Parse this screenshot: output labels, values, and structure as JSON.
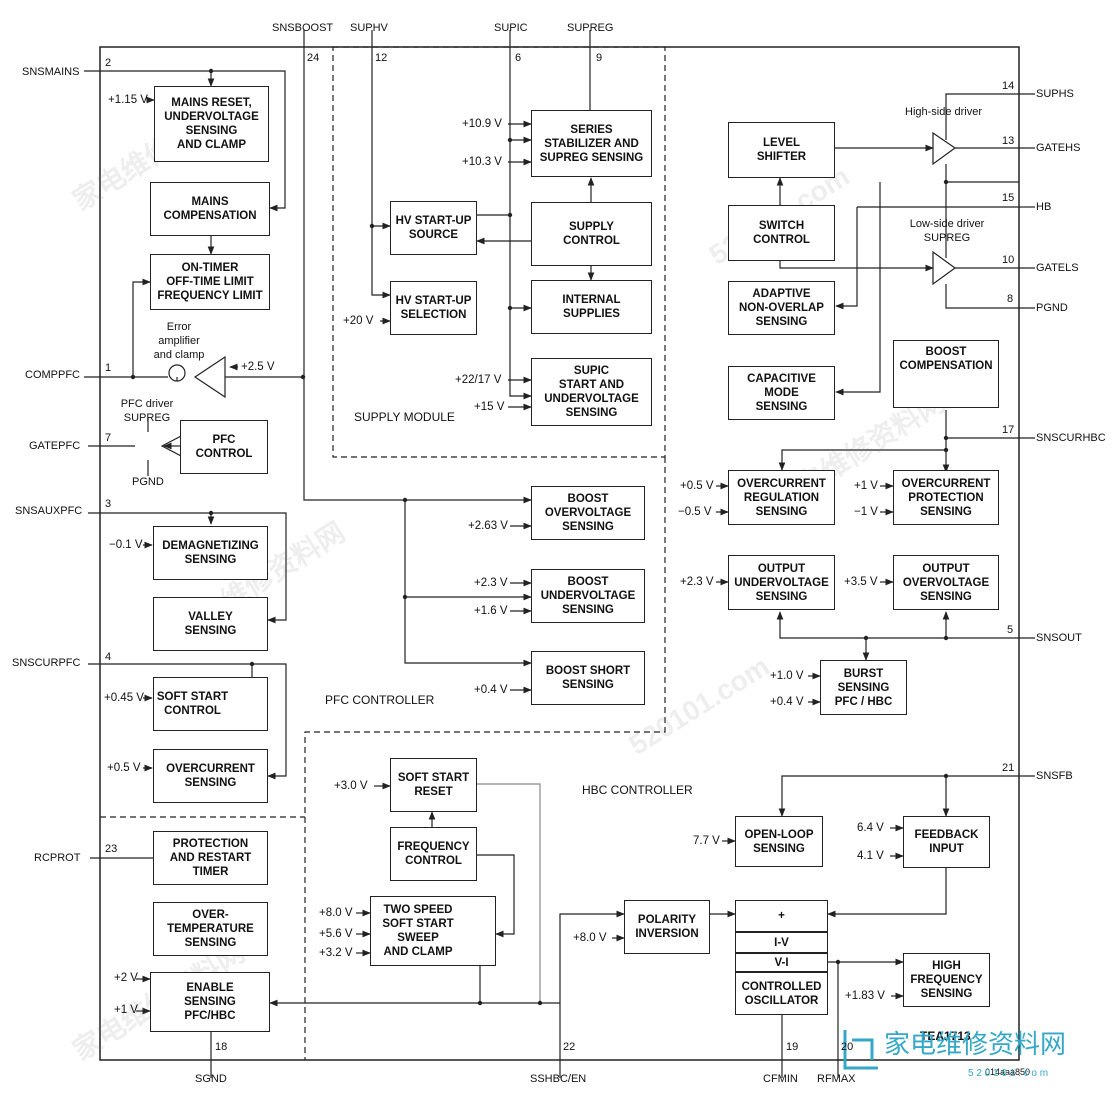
{
  "blocks": {
    "mains_reset": "MAINS RESET,\nUNDERVOLTAGE\nSENSING\nAND CLAMP",
    "mains_comp": "MAINS\nCOMPENSATION",
    "on_timer": "ON-TIMER\nOFF-TIME LIMIT\nFREQUENCY LIMIT",
    "pfc_control": "PFC\nCONTROL",
    "demag": "DEMAGNETIZING\nSENSING",
    "valley": "VALLEY\nSENSING",
    "soft_start_ctrl": "SOFT START\nCONTROL",
    "overcurrent": "OVERCURRENT\nSENSING",
    "protection": "PROTECTION\nAND RESTART\nTIMER",
    "overtemp": "OVER-\nTEMPERATURE\nSENSING",
    "enable": "ENABLE\nSENSING\nPFC/HBC",
    "series_stab": "SERIES\nSTABILIZER AND\nSUPREG SENSING",
    "hv_startup_source": "HV START-UP\nSOURCE",
    "supply_control": "SUPPLY\nCONTROL",
    "hv_startup_sel": "HV START-UP\nSELECTION",
    "internal_supplies": "INTERNAL\nSUPPLIES",
    "supic_start": "SUPIC\nSTART AND\nUNDERVOLTAGE\nSENSING",
    "boost_ov": "BOOST\nOVERVOLTAGE\nSENSING",
    "boost_uv": "BOOST\nUNDERVOLTAGE\nSENSING",
    "boost_short": "BOOST SHORT\nSENSING",
    "soft_start_reset": "SOFT START\nRESET",
    "freq_control": "FREQUENCY\nCONTROL",
    "two_speed": "TWO SPEED\nSOFT START\nSWEEP\nAND CLAMP",
    "level_shifter": "LEVEL\nSHIFTER",
    "switch_control": "SWITCH\nCONTROL",
    "adaptive": "ADAPTIVE\nNON-OVERLAP\nSENSING",
    "capacitive": "CAPACITIVE\nMODE\nSENSING",
    "boost_comp": "BOOST\nCOMPENSATION",
    "oc_reg": "OVERCURRENT\nREGULATION\nSENSING",
    "oc_prot": "OVERCURRENT\nPROTECTION\nSENSING",
    "out_uv": "OUTPUT\nUNDERVOLTAGE\nSENSING",
    "out_ov": "OUTPUT\nOVERVOLTAGE\nSENSING",
    "burst": "BURST\nSENSING\nPFC / HBC",
    "open_loop": "OPEN-LOOP\nSENSING",
    "feedback": "FEEDBACK\nINPUT",
    "polarity": "POLARITY\nINVERSION",
    "osc_plus": "+",
    "osc_iv": "I-V",
    "osc_vi": "V-I",
    "osc_main": "CONTROLLED\nOSCILLATOR",
    "high_freq": "HIGH\nFREQUENCY\nSENSING"
  },
  "pins": {
    "snsmains": "SNSMAINS",
    "snsmains_n": "2",
    "comppfc": "COMPPFC",
    "comppfc_n": "1",
    "gatepfc": "GATEPFC",
    "gatepfc_n": "7",
    "snsauxpfc": "SNSAUXPFC",
    "snsauxpfc_n": "3",
    "snscurpfc": "SNSCURPFC",
    "snscurpfc_n": "4",
    "rcprot": "RCPROT",
    "rcprot_n": "23",
    "sgnd": "SGND",
    "sgnd_n": "18",
    "sshbc": "SSHBC/EN",
    "sshbc_n": "22",
    "cfmin": "CFMIN",
    "cfmin_n": "19",
    "rfmax": "RFMAX",
    "rfmax_n": "20",
    "snsboost": "SNSBOOST",
    "snsboost_n": "24",
    "suphv": "SUPHV",
    "suphv_n": "12",
    "supic": "SUPIC",
    "supic_n": "6",
    "supreg": "SUPREG",
    "supreg_n": "9",
    "suphs": "SUPHS",
    "suphs_n": "14",
    "gatehs": "GATEHS",
    "gatehs_n": "13",
    "hb": "HB",
    "hb_n": "15",
    "gatels": "GATELS",
    "gatels_n": "10",
    "pgnd": "PGND",
    "pgnd_n": "8",
    "snscurhbc": "SNSCURHBC",
    "snscurhbc_n": "17",
    "snsout": "SNSOUT",
    "snsout_n": "5",
    "snsfb": "SNSFB",
    "snsfb_n": "21"
  },
  "signals": {
    "v115": "+1.15 V",
    "v25": "+2.5 V",
    "vm01": "−0.1 V",
    "v045": "+0.45 V",
    "v05a": "+0.5 V",
    "v2": "+2 V",
    "v1": "+1 V",
    "v109": "+10.9 V",
    "v103": "+10.3 V",
    "v20": "+20 V",
    "v2217": "+22/17 V",
    "v15": "+15 V",
    "v263": "+2.63 V",
    "v23a": "+2.3 V",
    "v16": "+1.6 V",
    "v04a": "+0.4 V",
    "v30": "+3.0 V",
    "v80a": "+8.0 V",
    "v56": "+5.6 V",
    "v32": "+3.2 V",
    "v05b": "+0.5 V",
    "vm05": "−0.5 V",
    "v1b": "+1 V",
    "vm1": "−1 V",
    "v23b": "+2.3 V",
    "v35": "+3.5 V",
    "v10": "+1.0 V",
    "v04b": "+0.4 V",
    "v77": "7.7 V",
    "v64": "6.4 V",
    "v41": "4.1 V",
    "v80b": "+8.0 V",
    "v183": "+1.83 V"
  },
  "labels": {
    "error_amp": "Error\namplifier\nand clamp",
    "pfc_driver": "PFC driver\nSUPREG",
    "pfc_pgnd": "PGND",
    "high_side": "High-side driver",
    "low_side": "Low-side driver\nSUPREG",
    "supply_module": "SUPPLY MODULE",
    "pfc_controller": "PFC CONTROLLER",
    "hbc_controller": "HBC CONTROLLER",
    "chip": "TEA1713",
    "code": "014aaa850"
  },
  "watermark": {
    "cn": "家电维修资料网",
    "url": "520101.com",
    "logo_cn": "家电维修资料网",
    "logo_url": "5 2 0 1 0 1 . c o m"
  }
}
